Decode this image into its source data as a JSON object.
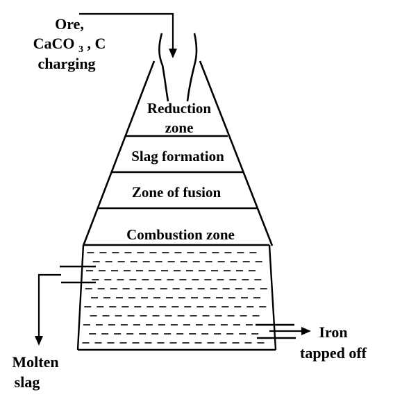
{
  "charging": {
    "line1": "Ore,",
    "line2_prefix": "CaCO",
    "line2_subscript": "3",
    "line2_suffix": ", C",
    "line3": "charging"
  },
  "zones": {
    "reduction_line1": "Reduction",
    "reduction_line2": "zone",
    "slag_formation": "Slag formation",
    "fusion": "Zone of fusion",
    "combustion": "Combustion zone"
  },
  "outlets": {
    "molten_slag_line1": "Molten",
    "molten_slag_line2": "slag",
    "iron_line1": "Iron",
    "iron_line2": "tapped off"
  }
}
